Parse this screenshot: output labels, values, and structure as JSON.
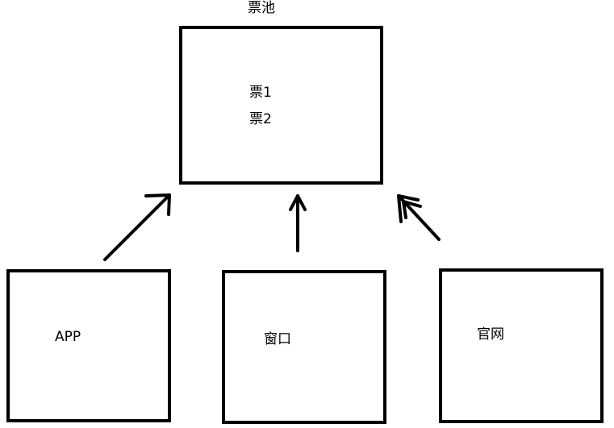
{
  "pool": {
    "title": "票池",
    "tickets": [
      "票1",
      "票2"
    ]
  },
  "sources": {
    "app": "APP",
    "window": "窗口",
    "website": "官网"
  },
  "colors": {
    "stroke": "#000000",
    "background": "#ffffff"
  }
}
